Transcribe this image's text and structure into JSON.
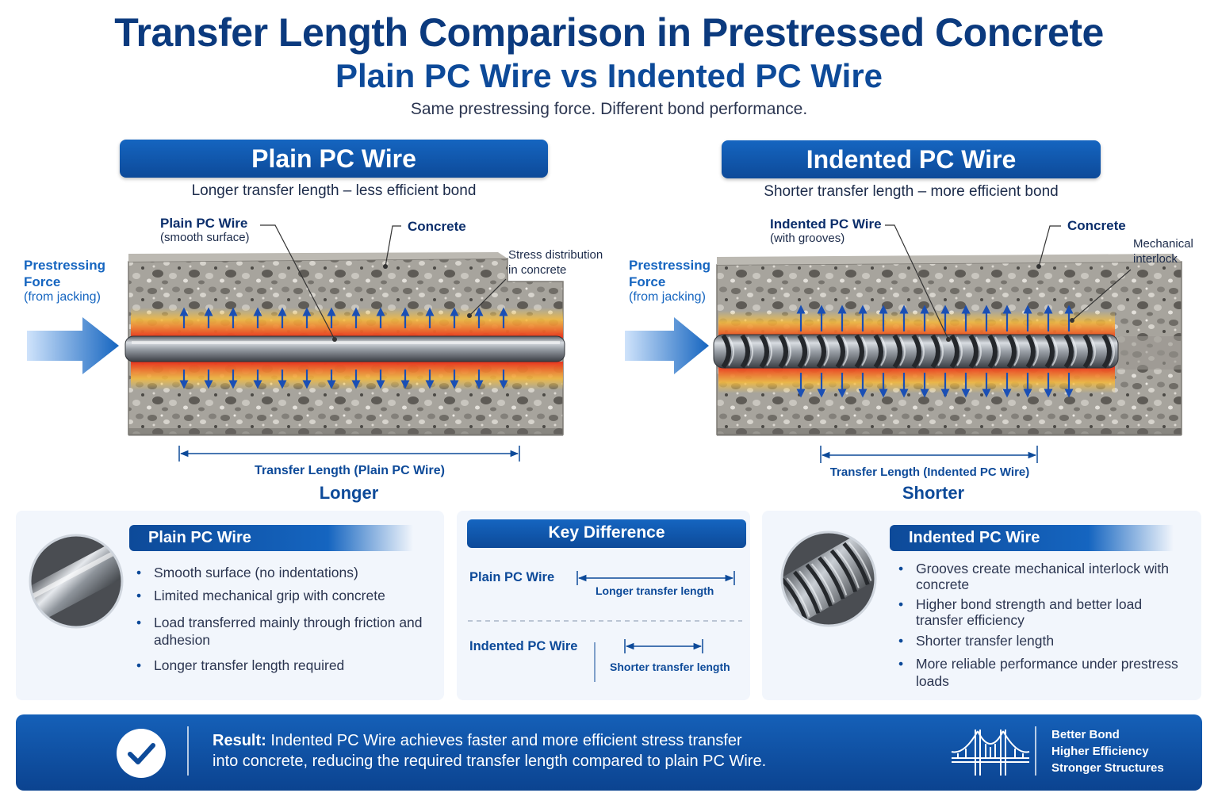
{
  "header": {
    "title": "Transfer Length Comparison in Prestressed Concrete",
    "subtitle": "Plain PC Wire vs Indented PC Wire",
    "tagline": "Same prestressing force. Different bond performance."
  },
  "left_panel": {
    "heading": "Plain PC Wire",
    "subheading": "Longer transfer length – less efficient bond",
    "wire_label": "Plain PC Wire",
    "wire_note": "(smooth surface)",
    "concrete_label": "Concrete",
    "stress_label_1": "Stress distribution",
    "stress_label_2": "in concrete",
    "force_1": "Prestressing",
    "force_2": "Force",
    "force_3": "(from jacking)",
    "transfer_label": "Transfer Length (Plain PC Wire)",
    "transfer_word": "Longer"
  },
  "right_panel": {
    "heading": "Indented PC Wire",
    "subheading": "Shorter transfer length – more efficient bond",
    "wire_label": "Indented PC Wire",
    "wire_note": "(with grooves)",
    "concrete_label": "Concrete",
    "interlock_1": "Mechanical",
    "interlock_2": "interlock",
    "force_1": "Prestressing",
    "force_2": "Force",
    "force_3": "(from jacking)",
    "transfer_label": "Transfer Length (Indented PC Wire)",
    "transfer_word": "Shorter"
  },
  "plain_card": {
    "heading": "Plain PC Wire",
    "bullets": [
      "Smooth surface (no indentations)",
      "Limited mechanical grip with concrete",
      "Load transferred mainly through friction and adhesion",
      "Longer transfer length required"
    ]
  },
  "key_difference": {
    "heading": "Key Difference",
    "row1_label": "Plain PC Wire",
    "row1_value": "Longer transfer length",
    "row2_label": "Indented PC Wire",
    "row2_value": "Shorter transfer length"
  },
  "indented_card": {
    "heading": "Indented PC Wire",
    "bullets": [
      "Grooves create mechanical interlock with concrete",
      "Higher bond strength and better load transfer efficiency",
      "Shorter transfer length",
      "More reliable performance under prestress loads"
    ]
  },
  "result": {
    "label": "Result:",
    "line1": "Indented PC Wire achieves faster and more efficient stress transfer",
    "line2": "into concrete, reducing the required transfer length compared to plain PC Wire.",
    "side1": "Better Bond",
    "side2": "Higher Efficiency",
    "side3": "Stronger Structures"
  },
  "colors": {
    "primary": "#0d4a99",
    "accent": "#1565c0",
    "stress_hot": "#e8321e",
    "stress_warm": "#f6b93b"
  }
}
